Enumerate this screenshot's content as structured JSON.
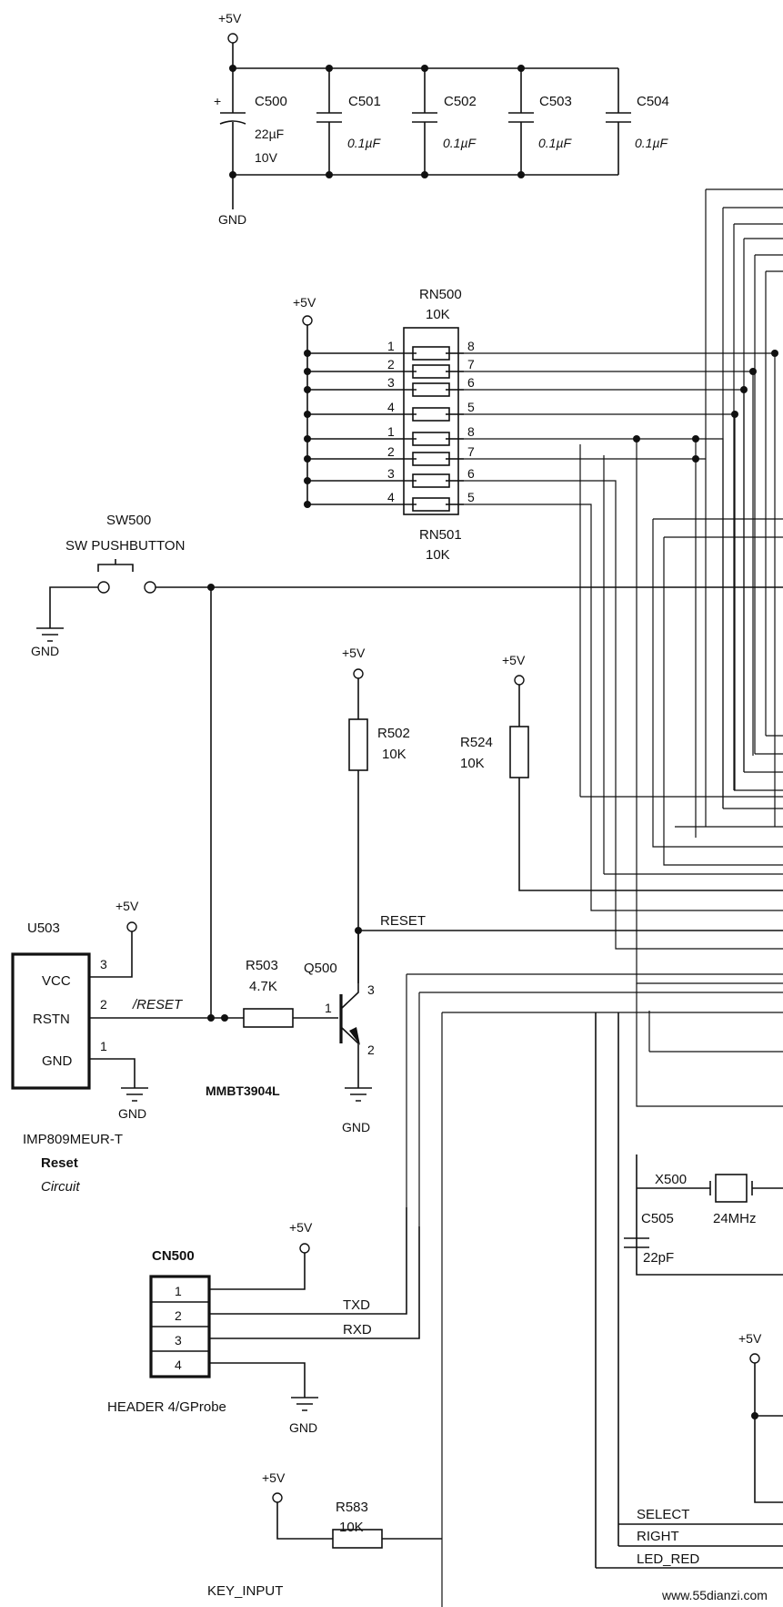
{
  "power": {
    "vcc": "+5V",
    "gnd": "GND"
  },
  "capacitors": {
    "c500": {
      "name": "C500",
      "value": "22µF",
      "voltage": "10V",
      "polarity": "+"
    },
    "c501": {
      "name": "C501",
      "value": "0.1µF"
    },
    "c502": {
      "name": "C502",
      "value": "0.1µF"
    },
    "c503": {
      "name": "C503",
      "value": "0.1µF"
    },
    "c504": {
      "name": "C504",
      "value": "0.1µF"
    },
    "c505": {
      "name": "C505",
      "value": "22pF"
    }
  },
  "resistor_networks": {
    "rn500": {
      "name": "RN500",
      "value": "10K"
    },
    "rn501": {
      "name": "RN501",
      "value": "10K"
    },
    "left_pins": [
      "1",
      "2",
      "3",
      "4",
      "1",
      "2",
      "3",
      "4"
    ],
    "right_pins": [
      "8",
      "7",
      "6",
      "5",
      "8",
      "7",
      "6",
      "5"
    ]
  },
  "switch": {
    "name": "SW500",
    "type": "SW PUSHBUTTON"
  },
  "resistors": {
    "r502": {
      "name": "R502",
      "value": "10K"
    },
    "r524": {
      "name": "R524",
      "value": "10K"
    },
    "r503": {
      "name": "R503",
      "value": "4.7K"
    },
    "r583": {
      "name": "R583",
      "value": "10K"
    }
  },
  "reset_ic": {
    "name": "U503",
    "part": "IMP809MEUR-T",
    "caption_1": "Reset",
    "caption_2": "Circuit",
    "pins": [
      {
        "label": "VCC",
        "num": "3"
      },
      {
        "label": "RSTN",
        "num": "2"
      },
      {
        "label": "GND",
        "num": "1"
      }
    ]
  },
  "transistor": {
    "name": "Q500",
    "part": "MMBT3904L",
    "pin_base": "1",
    "pin_collector": "3",
    "pin_emitter": "2"
  },
  "nets": {
    "reset_n": "/RESET",
    "reset": "RESET",
    "txd": "TXD",
    "rxd": "RXD",
    "key_input": "KEY_INPUT",
    "select": "SELECT",
    "right": "RIGHT",
    "led_red": "LED_RED"
  },
  "crystal": {
    "name": "X500",
    "freq": "24MHz"
  },
  "header": {
    "name": "CN500",
    "caption": "HEADER 4/GProbe",
    "pins": [
      "1",
      "2",
      "3",
      "4"
    ]
  },
  "watermark": "www.55dianzi.com",
  "colors": {
    "ink": "#111111",
    "watermark": "#cc0000",
    "paper": "#ffffff"
  }
}
